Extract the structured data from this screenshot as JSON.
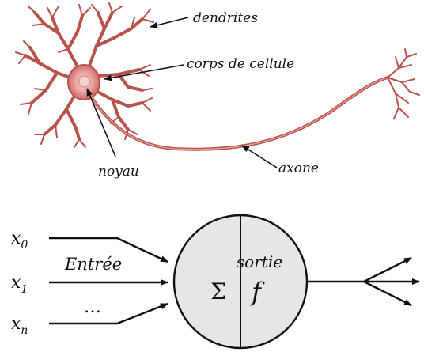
{
  "neuron": {
    "labels": {
      "dendrites": "dendrites",
      "cell_body": "corps de cellule",
      "nucleus": "noyau",
      "axon": "axone"
    },
    "colors": {
      "membrane": "#b9524a",
      "soma_fill": "#e9a3a0",
      "nucleus_fill": "#f7d2d0"
    }
  },
  "perceptron": {
    "inputs": [
      {
        "name": "x",
        "sub": "0"
      },
      {
        "name": "x",
        "sub": "1"
      },
      {
        "name": "x",
        "sub": "n"
      }
    ],
    "input_label": "Entrée",
    "ellipsis": "…",
    "sum_symbol": "Σ",
    "activation": "f",
    "output_label": "sortie"
  }
}
